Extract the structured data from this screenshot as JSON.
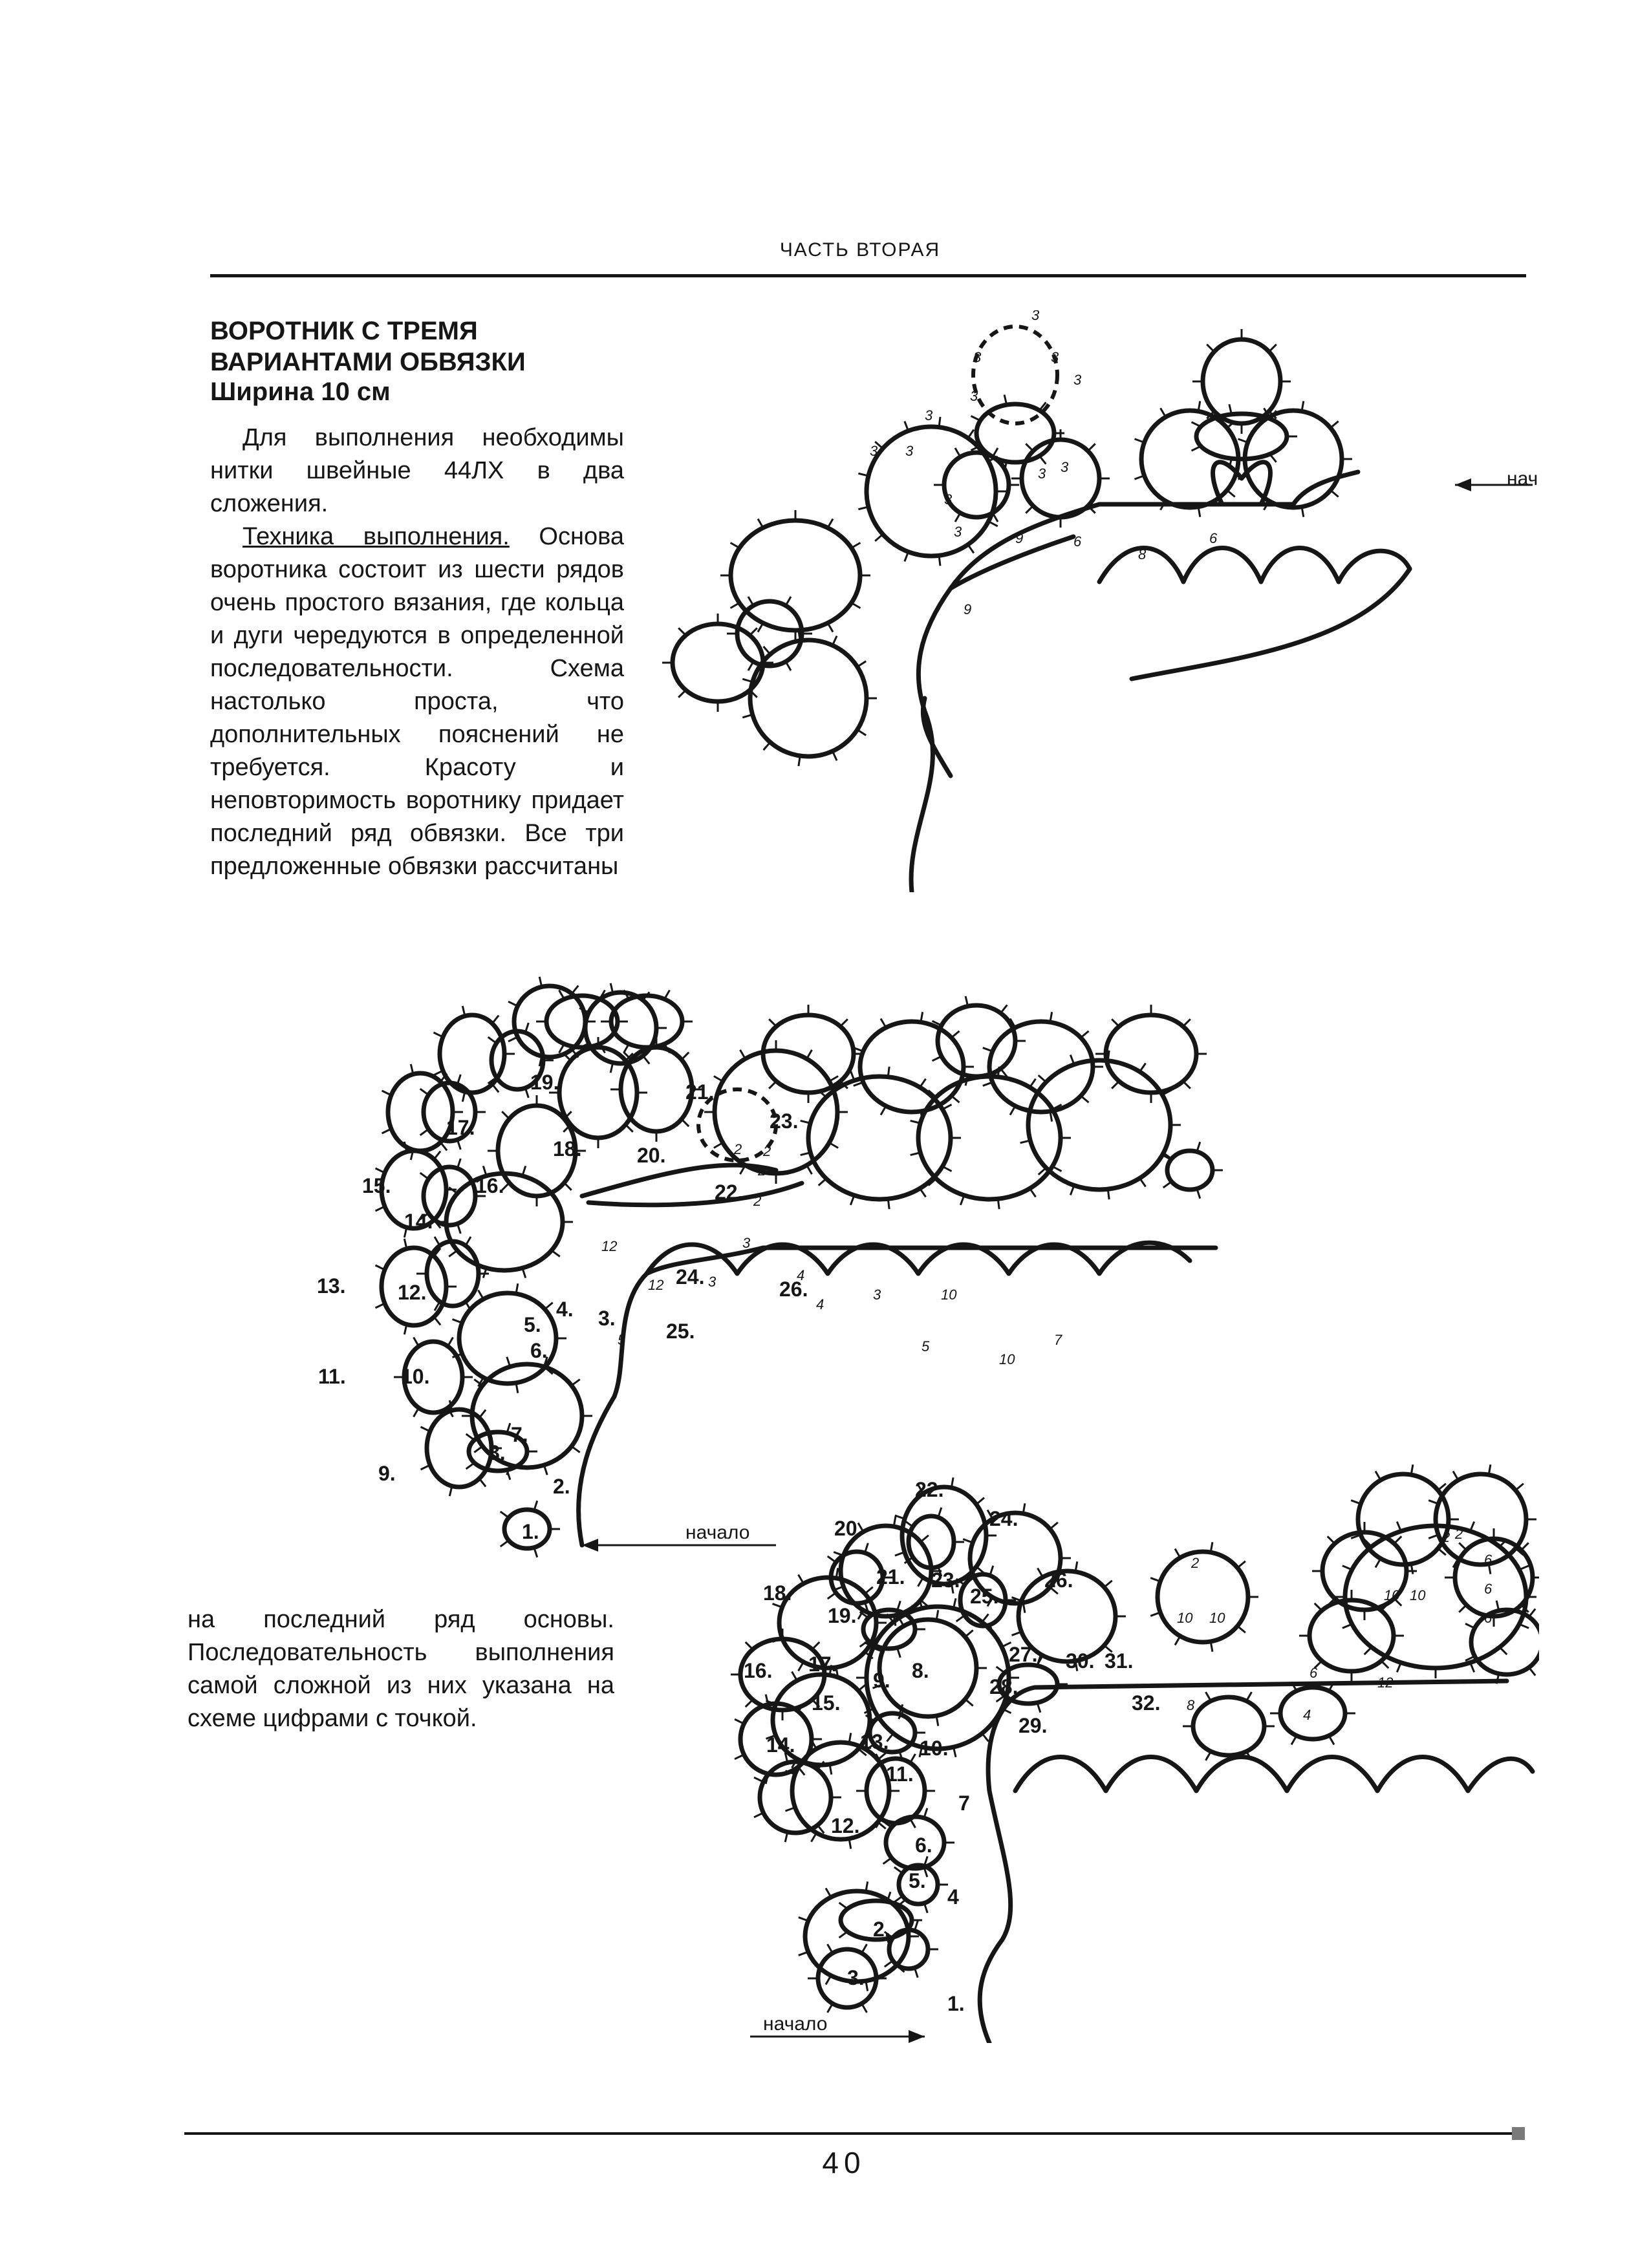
{
  "header": {
    "running_head": "ЧАСТЬ ВТОРАЯ"
  },
  "title": {
    "line1": "ВОРОТНИК С ТРЕМЯ",
    "line2": "ВАРИАНТАМИ ОБВЯЗКИ",
    "subtitle": "Ширина 10 см"
  },
  "text": {
    "p1": "Для выполнения необходимы нитки швейные 44ЛХ в два сложения.",
    "p2_label": "Техника выполнения.",
    "p2_body": " Основа воротника состоит из шести рядов очень простого вязания, где кольца и дуги чередуются в определенной последовательности. Схема настолько проста, что дополнительных пояснений не требуется. Красоту и неповторимость воротнику придает последний ряд обвязки. Все три предложенные обвязки рассчитаны",
    "p3": "на последний ряд основы. Последовательность выполнения самой сложной из них указана на схеме цифрами с точкой."
  },
  "diagram1": {
    "start_label": "нач",
    "counts": [
      "3",
      "3",
      "3",
      "3",
      "3",
      "3",
      "3",
      "3",
      "3",
      "3",
      "3",
      "3",
      "9",
      "9",
      "6",
      "8",
      "6"
    ]
  },
  "diagram2": {
    "start_label": "начало",
    "step_labels": [
      "1.",
      "2.",
      "3.",
      "4.",
      "5.",
      "6.",
      "7.",
      "8.",
      "9.",
      "10.",
      "11.",
      "12.",
      "13.",
      "14.",
      "15.",
      "16.",
      "17.",
      "18.",
      "19.",
      "20.",
      "21.",
      "22.",
      "23.",
      "24.",
      "25.",
      "26."
    ],
    "counts": [
      "12",
      "12",
      "5",
      "3",
      "3",
      "2",
      "2",
      "2",
      "2",
      "4",
      "4",
      "3",
      "10",
      "5",
      "10",
      "7"
    ]
  },
  "diagram3": {
    "start_label": "начало",
    "step_labels": [
      "1.",
      "2.",
      "3.",
      "4",
      "5.",
      "6.",
      "7",
      "8.",
      "9.",
      "10.",
      "11.",
      "12.",
      "13.",
      "14.",
      "15.",
      "16.",
      "17.",
      "18.",
      "19.",
      "20.",
      "21.",
      "22.",
      "23.",
      "24.",
      "25.",
      "26.",
      "27.",
      "28.",
      "29.",
      "30.",
      "31.",
      "32."
    ],
    "counts": [
      "2",
      "10",
      "10",
      "6",
      "8",
      "4",
      "12",
      "2",
      "2",
      "10",
      "10",
      "6",
      "6",
      "6"
    ]
  },
  "footer": {
    "page_number": "40"
  }
}
